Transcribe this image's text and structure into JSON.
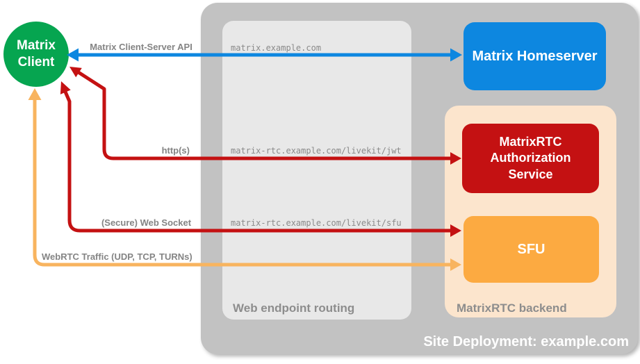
{
  "client": {
    "label": "Matrix Client"
  },
  "homeserver": {
    "label": "Matrix Homeserver"
  },
  "routing": {
    "label": "Web endpoint routing",
    "endpoints": [
      "matrix.example.com",
      "matrix-rtc.example.com/livekit/jwt",
      "matrix-rtc.example.com/livekit/sfu"
    ]
  },
  "backend": {
    "label": "MatrixRTC backend",
    "auth_service": {
      "label": "MatrixRTC Authorization Service"
    },
    "sfu": {
      "label": "SFU"
    }
  },
  "deployment": {
    "label": "Site Deployment: example.com"
  },
  "connections": {
    "client_server_api": {
      "label": "Matrix Client-Server API",
      "color": "#0d87e0"
    },
    "https": {
      "label": "http(s)",
      "color": "#c41112"
    },
    "websocket": {
      "label": "(Secure) Web Socket",
      "color": "#c41112"
    },
    "webrtc": {
      "label": "WebRTC Traffic (UDP, TCP, TURNs)",
      "color": "#f8b45f"
    }
  },
  "colors": {
    "client": "#06a550",
    "homeserver": "#0d87e0",
    "auth_service": "#c41112",
    "sfu": "#fcaa41",
    "backend_bg": "#fce5cd",
    "routing_bg": "#e8e8e8",
    "deployment_bg": "#c2c2c2"
  }
}
